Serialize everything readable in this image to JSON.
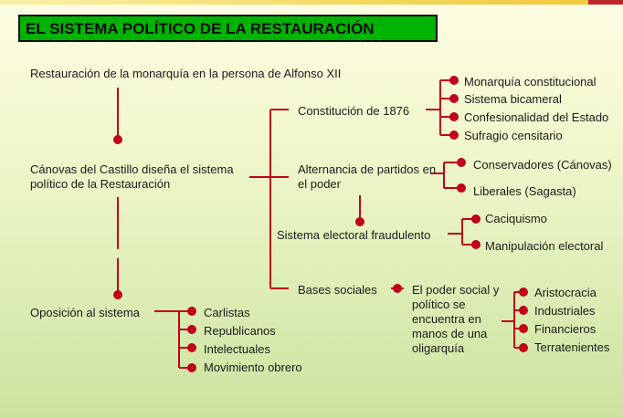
{
  "title": "EL SISTEMA POLÍTICO DE LA RESTAURACIÓN",
  "colors": {
    "wire": "#c0001a",
    "title_bg": "#00b300"
  },
  "left": {
    "restauracion": "Restauración de la monarquía en la persona de Alfonso XII",
    "canovas": "Cánovas del Castillo diseña el sistema político de la Restauración",
    "oposicion": "Oposición al sistema"
  },
  "oposicion_items": [
    "Carlistas",
    "Republicanos",
    "Intelectuales",
    "Movimiento obrero"
  ],
  "center": {
    "constitucion": "Constitución de 1876",
    "alternancia": "Alternancia de partidos en el poder",
    "sistema_electoral": "Sistema electoral fraudulento",
    "bases_sociales": "Bases sociales"
  },
  "constitucion_items": [
    "Monarquía constitucional",
    "Sistema bicameral",
    "Confesionalidad del Estado",
    "Sufragio censitario"
  ],
  "alternancia_items": [
    "Conservadores (Cánovas)",
    "Liberales (Sagasta)"
  ],
  "electoral_items": [
    "Caciquismo",
    "Manipulación electoral"
  ],
  "poder_social": "El poder social y político se encuentra en manos de una oligarquía",
  "oligarquia_items": [
    "Aristocracia",
    "Industriales",
    "Financieros",
    "Terratenientes"
  ]
}
